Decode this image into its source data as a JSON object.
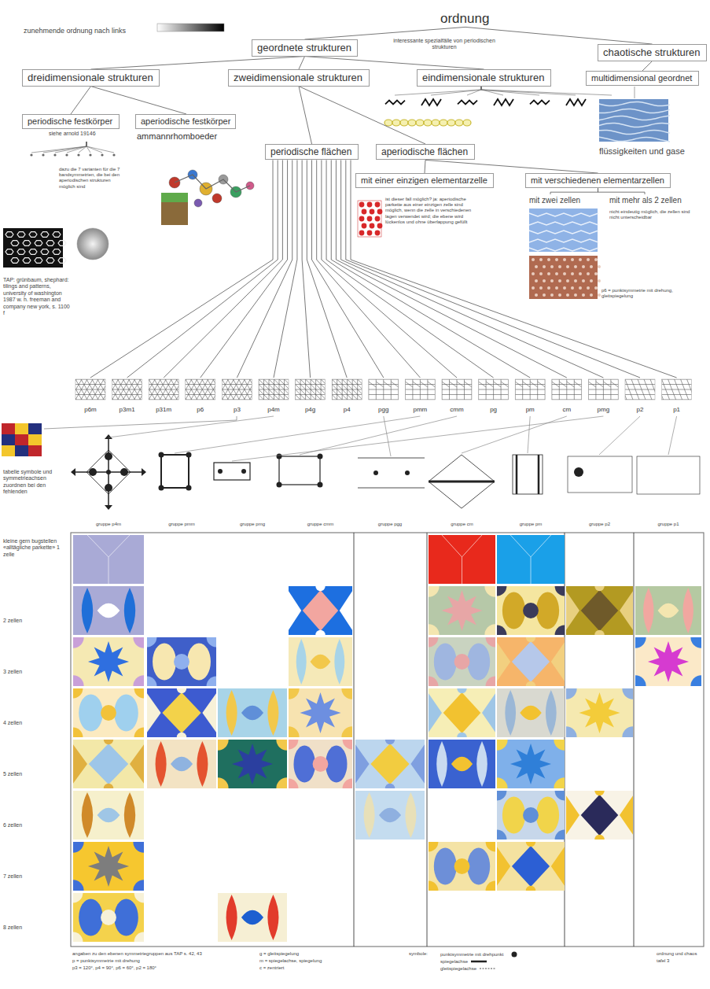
{
  "diagram": {
    "nodes": [
      {
        "text": [
          "ordnung"
        ]
      },
      {
        "text": [
          "geordnete strukturen"
        ]
      },
      {
        "text": [
          "chaotische strukturen"
        ]
      },
      {
        "text": [
          "dreidimensionale strukturen"
        ]
      },
      {
        "text": [
          "zweidimensionale strukturen"
        ]
      },
      {
        "text": [
          "eindimensionale strukturen"
        ]
      },
      {
        "text": [
          "multidimensional geordnet"
        ]
      },
      {
        "text": [
          "periodische festkörper"
        ]
      },
      {
        "text": [
          "aperiodische festkörper",
          "ammannrhomboeder"
        ]
      },
      {
        "text": [
          "periodische flächen"
        ]
      },
      {
        "text": [
          "aperiodische flächen"
        ]
      },
      {
        "text": [
          "mit einer einzigen elementarzelle"
        ]
      },
      {
        "text": [
          "mit verschiedenen elementarzellen"
        ]
      },
      {
        "text": [
          "p6m"
        ]
      },
      {
        "text": [
          "p3m1"
        ]
      },
      {
        "text": [
          "p31m"
        ]
      },
      {
        "text": [
          "p6"
        ]
      },
      {
        "text": [
          "p3"
        ]
      },
      {
        "text": [
          "p4m"
        ]
      },
      {
        "text": [
          "p4g"
        ]
      },
      {
        "text": [
          "p4"
        ]
      },
      {
        "text": [
          "pgg"
        ]
      },
      {
        "text": [
          "pmm"
        ]
      },
      {
        "text": [
          "cmm"
        ]
      },
      {
        "text": [
          "pg"
        ]
      },
      {
        "text": [
          "pm"
        ]
      },
      {
        "text": [
          "cm"
        ]
      },
      {
        "text": [
          "pmg"
        ]
      },
      {
        "text": [
          "p2"
        ]
      },
      {
        "text": [
          "p1"
        ]
      }
    ],
    "edges": [
      {
        "from": 0,
        "to": 1,
        "arrow": "none"
      },
      {
        "from": 0,
        "to": 2,
        "arrow": "none"
      },
      {
        "from": 1,
        "to": 3,
        "arrow": "none"
      },
      {
        "from": 1,
        "to": 4,
        "arrow": "none"
      },
      {
        "from": 1,
        "to": 5,
        "arrow": "none"
      },
      {
        "from": 2,
        "to": 6,
        "arrow": "none"
      },
      {
        "from": 3,
        "to": 7,
        "arrow": "none"
      },
      {
        "from": 3,
        "to": 8,
        "arrow": "none"
      },
      {
        "from": 4,
        "to": 9,
        "arrow": "none"
      },
      {
        "from": 4,
        "to": 10,
        "arrow": "none"
      },
      {
        "from": 10,
        "to": 11,
        "arrow": "none"
      },
      {
        "from": 10,
        "to": 12,
        "arrow": "none"
      },
      {
        "from": 9,
        "to": 13,
        "arrow": "none"
      },
      {
        "from": 9,
        "to": 14,
        "arrow": "none"
      },
      {
        "from": 9,
        "to": 15,
        "arrow": "none"
      },
      {
        "from": 9,
        "to": 16,
        "arrow": "none"
      },
      {
        "from": 9,
        "to": 17,
        "arrow": "none"
      },
      {
        "from": 9,
        "to": 18,
        "arrow": "none"
      },
      {
        "from": 9,
        "to": 19,
        "arrow": "none"
      },
      {
        "from": 9,
        "to": 20,
        "arrow": "none"
      },
      {
        "from": 9,
        "to": 21,
        "arrow": "none"
      },
      {
        "from": 9,
        "to": 22,
        "arrow": "none"
      },
      {
        "from": 9,
        "to": 23,
        "arrow": "none"
      },
      {
        "from": 9,
        "to": 24,
        "arrow": "none"
      },
      {
        "from": 9,
        "to": 25,
        "arrow": "none"
      },
      {
        "from": 9,
        "to": 26,
        "arrow": "none"
      },
      {
        "from": 9,
        "to": 27,
        "arrow": "none"
      },
      {
        "from": 9,
        "to": 28,
        "arrow": "none"
      },
      {
        "from": 9,
        "to": 29,
        "arrow": "none"
      }
    ],
    "labels": [
      "zunehmende ordnung nach links",
      "interessante spezialfälle von periodischen strukturen",
      "siehe arnold 19146",
      "dazu die 7 varianten für die 7 bandsymmetrien, die bei den aperiodischen strukturen möglich sind",
      "TAP: grünbaum, shephard: tilings and patterns, university of washington 1987 w. h. freeman and company new york, s. 1100 f",
      "flüssigkeiten und gase",
      "ist dieser fall möglich? ja: aperiodische parkette aus einer einzigen zelle sind möglich, wenn die zelle in verschiedenen lagen verwendet wird; die ebene wird lückenlos und ohne überlappung gefüllt",
      "mit zwei zellen",
      "mit mehr als 2 zellen",
      "nicht eindeutig möglich, die zellen sind nicht unterscheidbar",
      "p6 = punktsymmetrie mit drehung, gleitspiegelung",
      "tabelle symbole und symmetrieachsen zuordnen bei den fehlenden",
      "gruppe p4m",
      "gruppe pmm",
      "gruppe pmg",
      "gruppe cmm",
      "gruppe pgg",
      "gruppe cm",
      "gruppe pm",
      "gruppe p2",
      "gruppe p1",
      "kleine gern bugstellen «alltägliche parkette» 1 zelle",
      "2 zellen",
      "3 zellen",
      "4 zellen",
      "5 zellen",
      "6 zellen",
      "7 zellen",
      "8 zellen",
      "angaben zu den ebenen symmetriegruppen aus TAP s. 42, 43",
      "p = punktsymmetrie mit drehung",
      "p3 = 120°, p4 = 90°, p6 = 60°, p2 = 180°",
      "g = gleitspiegelung",
      "m = spiegelachse, spiegelung",
      "c = zentriert",
      "symbole:",
      "ordnung und chaos",
      "tafel 3"
    ],
    "legend": [
      {
        "text": "punktsymmetrie mit drehpunkt"
      },
      {
        "text": "spiegelachse"
      },
      {
        "text": "gleitspiegelachse"
      }
    ]
  }
}
